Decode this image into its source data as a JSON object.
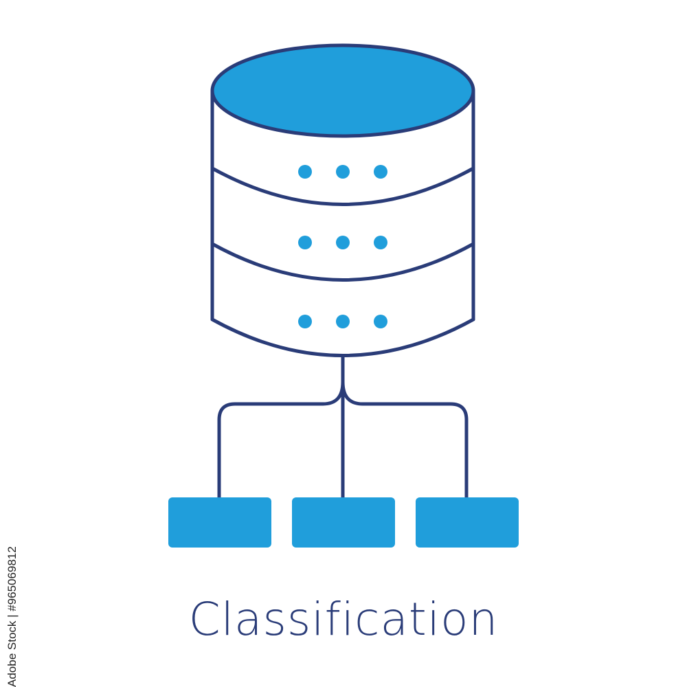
{
  "icon": {
    "name": "database-classification-icon",
    "colors": {
      "stroke": "#2a3c78",
      "fill_accent": "#209edb",
      "dot": "#209edb",
      "background": "#ffffff"
    },
    "server_rows": 3,
    "dots_per_row": 3,
    "output_boxes": 3
  },
  "caption": {
    "text": "Classification"
  },
  "stock_id": {
    "text": "Adobe Stock | #965069812"
  }
}
